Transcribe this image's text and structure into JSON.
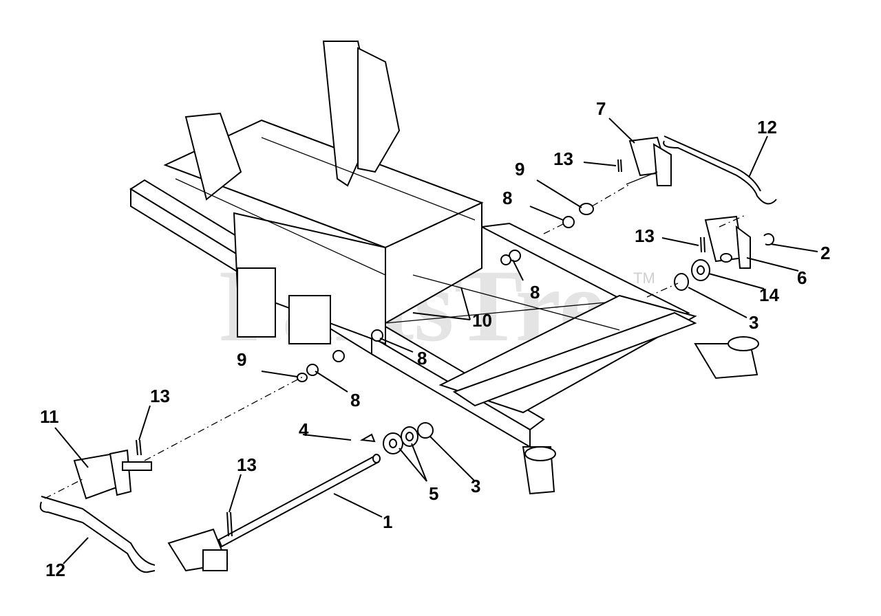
{
  "watermark": {
    "text": "PartsTree",
    "trademark": "TM"
  },
  "callouts": [
    {
      "id": "c1",
      "label": "1"
    },
    {
      "id": "c2",
      "label": "2"
    },
    {
      "id": "c3a",
      "label": "3"
    },
    {
      "id": "c3b",
      "label": "3"
    },
    {
      "id": "c4",
      "label": "4"
    },
    {
      "id": "c5",
      "label": "5"
    },
    {
      "id": "c6",
      "label": "6"
    },
    {
      "id": "c7",
      "label": "7"
    },
    {
      "id": "c8a",
      "label": "8"
    },
    {
      "id": "c8b",
      "label": "8"
    },
    {
      "id": "c8c",
      "label": "8"
    },
    {
      "id": "c8d",
      "label": "8"
    },
    {
      "id": "c9a",
      "label": "9"
    },
    {
      "id": "c9b",
      "label": "9"
    },
    {
      "id": "c10",
      "label": "10"
    },
    {
      "id": "c11",
      "label": "11"
    },
    {
      "id": "c12a",
      "label": "12"
    },
    {
      "id": "c12b",
      "label": "12"
    },
    {
      "id": "c13a",
      "label": "13"
    },
    {
      "id": "c13b",
      "label": "13"
    },
    {
      "id": "c13c",
      "label": "13"
    },
    {
      "id": "c13d",
      "label": "13"
    },
    {
      "id": "c14",
      "label": "14"
    }
  ]
}
